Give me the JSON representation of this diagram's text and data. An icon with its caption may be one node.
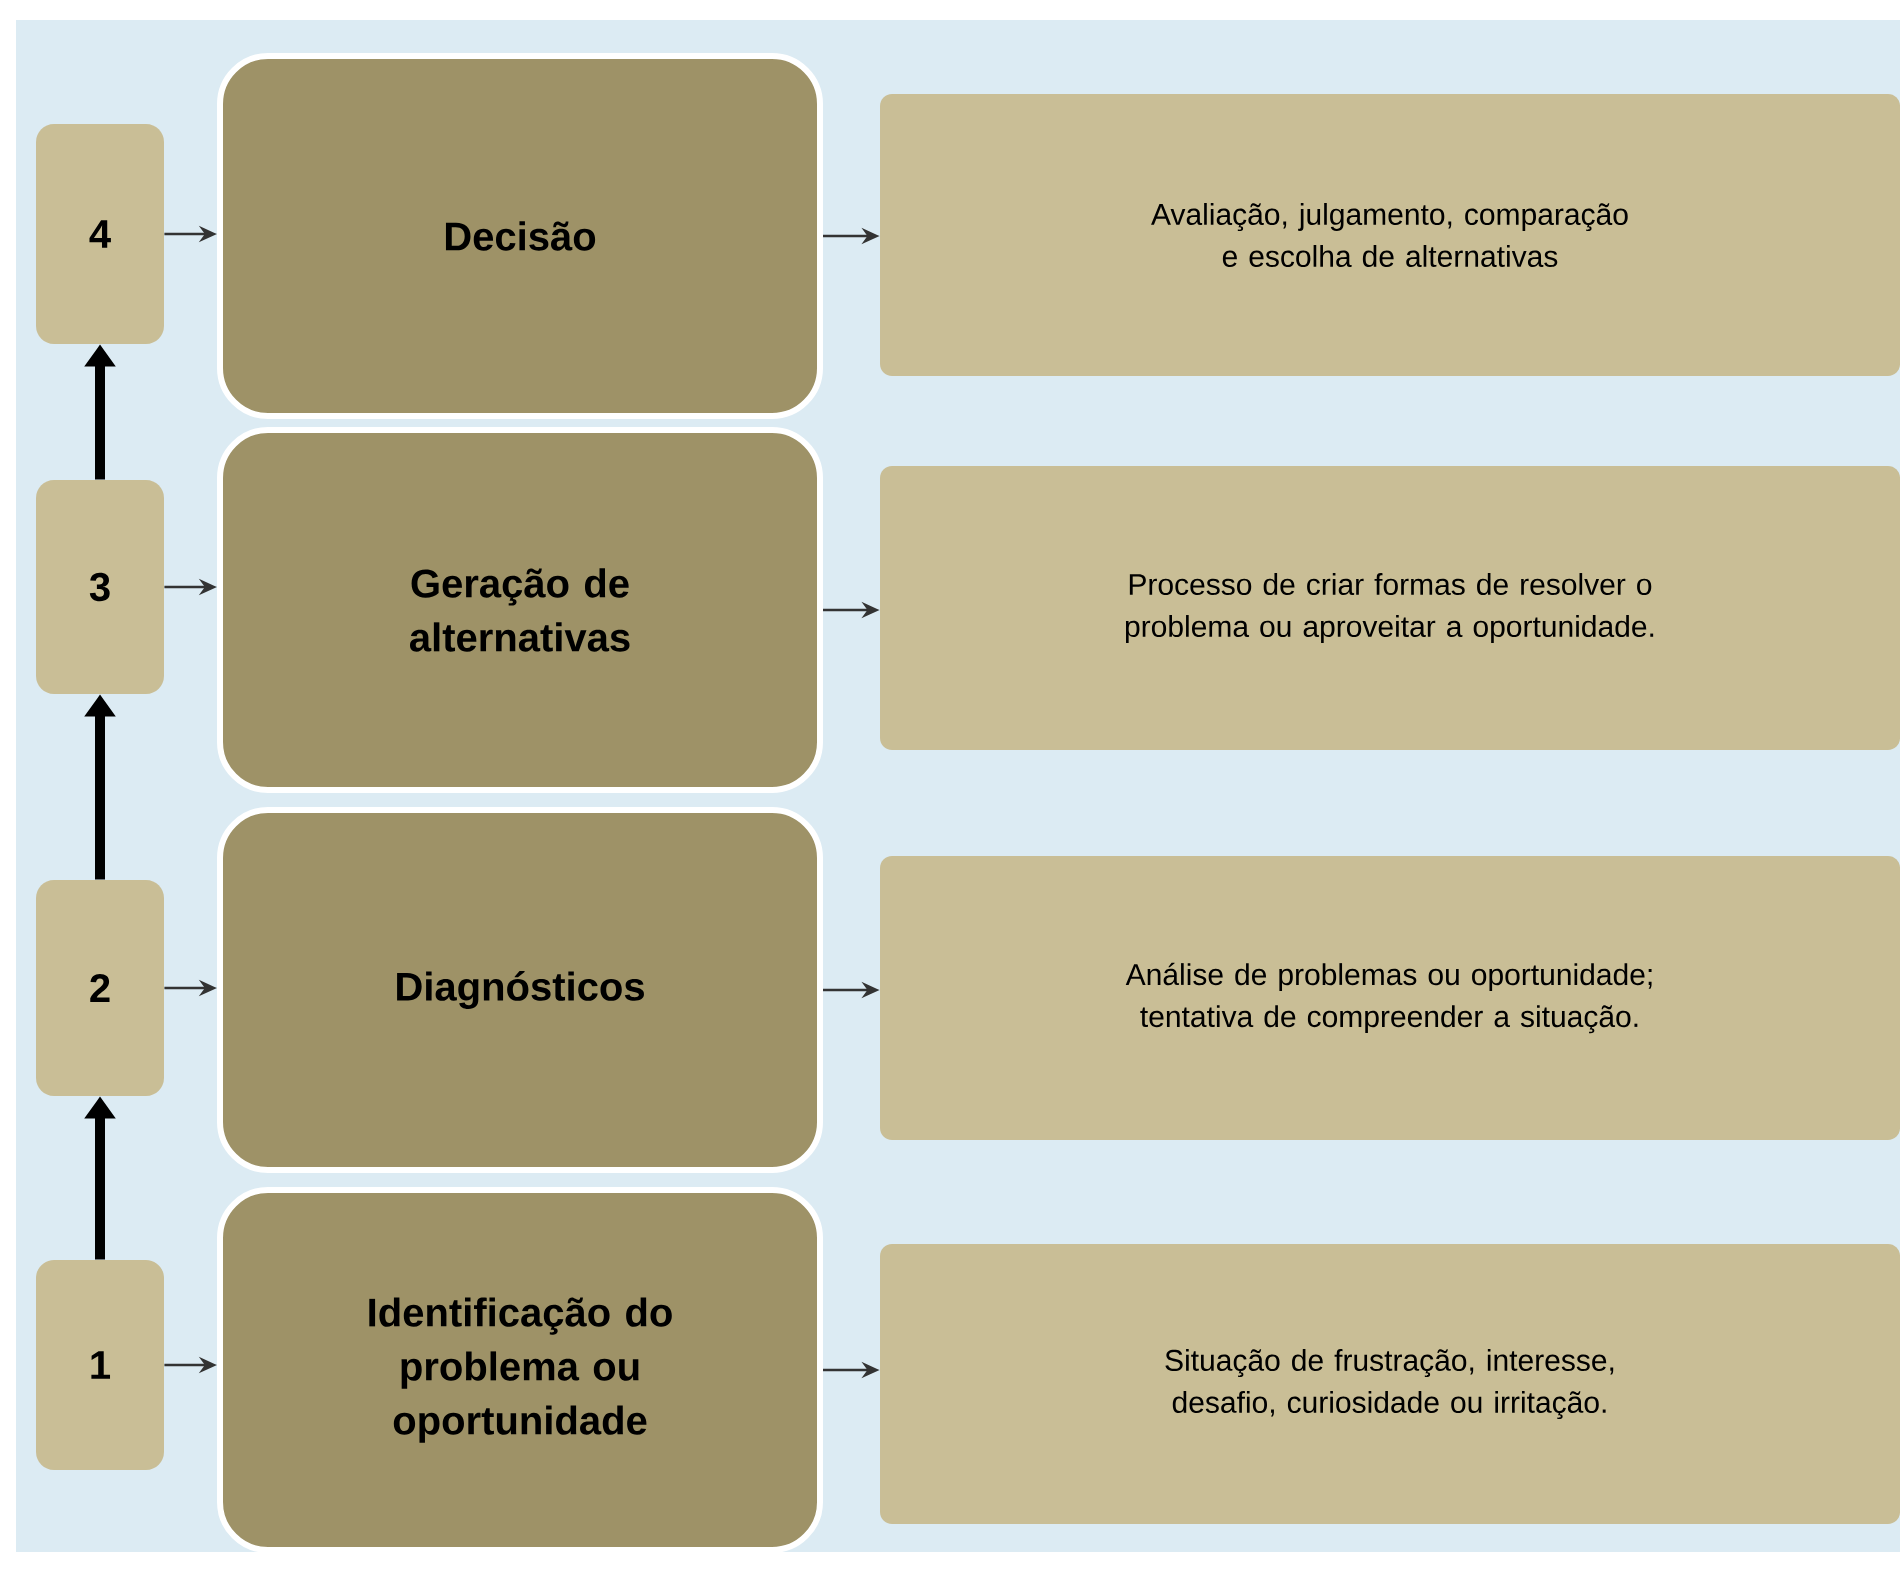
{
  "diagram": {
    "nodes": [
      {
        "text": [
          "4"
        ]
      },
      {
        "text": [
          "Decisão"
        ]
      },
      {
        "text": [
          "Avaliação, julgamento, comparação e escolha de alternativas"
        ]
      },
      {
        "text": [
          "3"
        ]
      },
      {
        "text": [
          "Geração de alternativas"
        ]
      },
      {
        "text": [
          "Processo de criar formas de resolver o problema ou aproveitar a oportunidade."
        ]
      },
      {
        "text": [
          "2"
        ]
      },
      {
        "text": [
          "Diagnósticos"
        ]
      },
      {
        "text": [
          "Análise de problemas ou oportunidade; tentativa de compreender a situação."
        ]
      },
      {
        "text": [
          "1"
        ]
      },
      {
        "text": [
          "Identificação do problema ou oportunidade"
        ]
      },
      {
        "text": [
          "Situação de frustração, interesse, desafio, curiosidade ou irritação."
        ]
      }
    ],
    "edges": [
      {
        "from": 0,
        "to": 1,
        "arrow": "to"
      },
      {
        "from": 1,
        "to": 2,
        "arrow": "to"
      },
      {
        "from": 3,
        "to": 4,
        "arrow": "to"
      },
      {
        "from": 4,
        "to": 5,
        "arrow": "to"
      },
      {
        "from": 6,
        "to": 7,
        "arrow": "to"
      },
      {
        "from": 7,
        "to": 8,
        "arrow": "to"
      },
      {
        "from": 9,
        "to": 10,
        "arrow": "to"
      },
      {
        "from": 10,
        "to": 11,
        "arrow": "to"
      },
      {
        "from": 9,
        "to": 6,
        "arrow": "to",
        "style": "thick"
      },
      {
        "from": 6,
        "to": 3,
        "arrow": "to",
        "style": "thick"
      },
      {
        "from": 3,
        "to": 0,
        "arrow": "to",
        "style": "thick"
      }
    ]
  }
}
